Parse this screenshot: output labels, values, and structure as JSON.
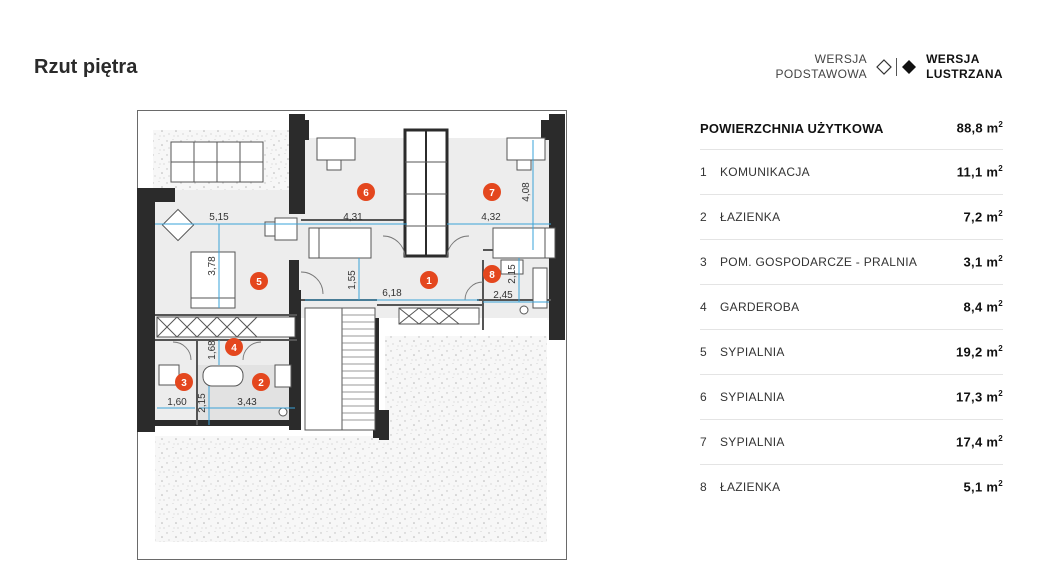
{
  "page": {
    "title": "Rzut piętra"
  },
  "version_switch": {
    "basic_label_line1": "WERSJA",
    "basic_label_line2": "PODSTAWOWA",
    "mirror_label_line1": "WERSJA",
    "mirror_label_line2": "LUSTRZANA",
    "basic_icon": "diamond-outline-icon",
    "mirror_icon": "diamond-filled-icon",
    "selected": "mirror"
  },
  "plan": {
    "room_markers": [
      "1",
      "2",
      "3",
      "4",
      "5",
      "6",
      "7",
      "8"
    ],
    "dimensions": [
      "5,15",
      "4,31",
      "4,32",
      "4,08",
      "3,78",
      "1,55",
      "6,18",
      "2,45",
      "2,15",
      "1,68",
      "2,15",
      "1,60",
      "3,43"
    ],
    "marker_color": "#e4471e",
    "dimension_color": "#3aa3d8",
    "wall_color": "#2b2b2b"
  },
  "areas": {
    "total_label": "POWIERZCHNIA UŻYTKOWA",
    "total_value": "88,8 m",
    "unit_exp": "2",
    "rooms": [
      {
        "num": "1",
        "name": "KOMUNIKACJA",
        "area": "11,1 m"
      },
      {
        "num": "2",
        "name": "ŁAZIENKA",
        "area": "7,2 m"
      },
      {
        "num": "3",
        "name": "POM. GOSPODARCZE - PRALNIA",
        "area": "3,1 m"
      },
      {
        "num": "4",
        "name": "GARDEROBA",
        "area": "8,4 m"
      },
      {
        "num": "5",
        "name": "SYPIALNIA",
        "area": "19,2 m"
      },
      {
        "num": "6",
        "name": "SYPIALNIA",
        "area": "17,3 m"
      },
      {
        "num": "7",
        "name": "SYPIALNIA",
        "area": "17,4 m"
      },
      {
        "num": "8",
        "name": "ŁAZIENKA",
        "area": "5,1 m"
      }
    ]
  }
}
